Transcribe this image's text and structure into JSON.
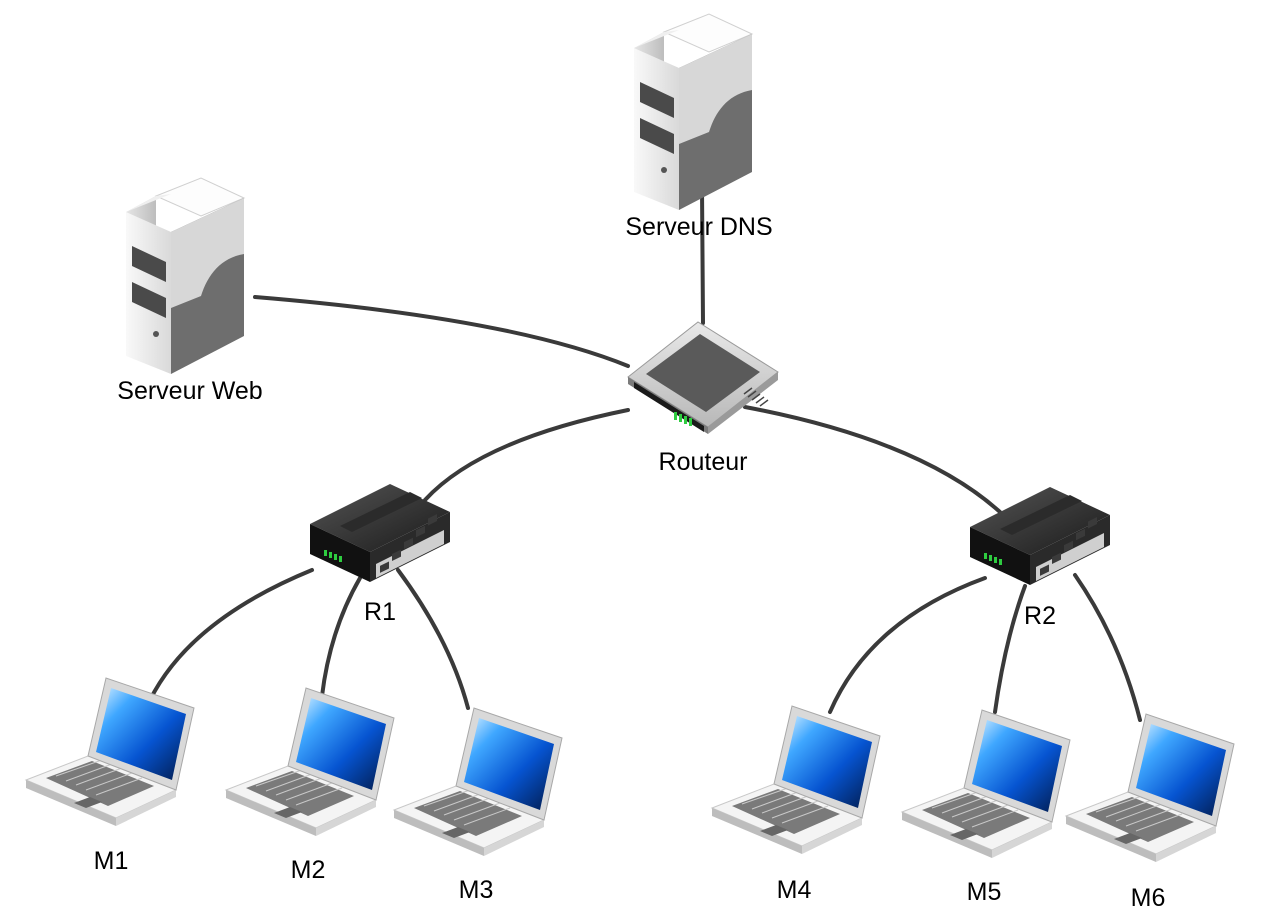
{
  "nodes": {
    "dns": {
      "label": "Serveur DNS",
      "icon": "server-icon"
    },
    "web": {
      "label": "Serveur Web",
      "icon": "server-icon"
    },
    "router": {
      "label": "Routeur",
      "icon": "router-icon"
    },
    "r1": {
      "label": "R1",
      "icon": "switch-icon"
    },
    "r2": {
      "label": "R2",
      "icon": "switch-icon"
    },
    "m1": {
      "label": "M1",
      "icon": "laptop-icon"
    },
    "m2": {
      "label": "M2",
      "icon": "laptop-icon"
    },
    "m3": {
      "label": "M3",
      "icon": "laptop-icon"
    },
    "m4": {
      "label": "M4",
      "icon": "laptop-icon"
    },
    "m5": {
      "label": "M5",
      "icon": "laptop-icon"
    },
    "m6": {
      "label": "M6",
      "icon": "laptop-icon"
    }
  },
  "links": [
    [
      "dns",
      "router"
    ],
    [
      "web",
      "router"
    ],
    [
      "router",
      "r1"
    ],
    [
      "router",
      "r2"
    ],
    [
      "r1",
      "m1"
    ],
    [
      "r1",
      "m2"
    ],
    [
      "r1",
      "m3"
    ],
    [
      "r2",
      "m4"
    ],
    [
      "r2",
      "m5"
    ],
    [
      "r2",
      "m6"
    ]
  ],
  "colors": {
    "link": "#3a3a3a",
    "screen": "#0a5bd6",
    "server_body": "#f2f2f2",
    "device_dark": "#1f1f1f",
    "led": "#2ecc40"
  }
}
